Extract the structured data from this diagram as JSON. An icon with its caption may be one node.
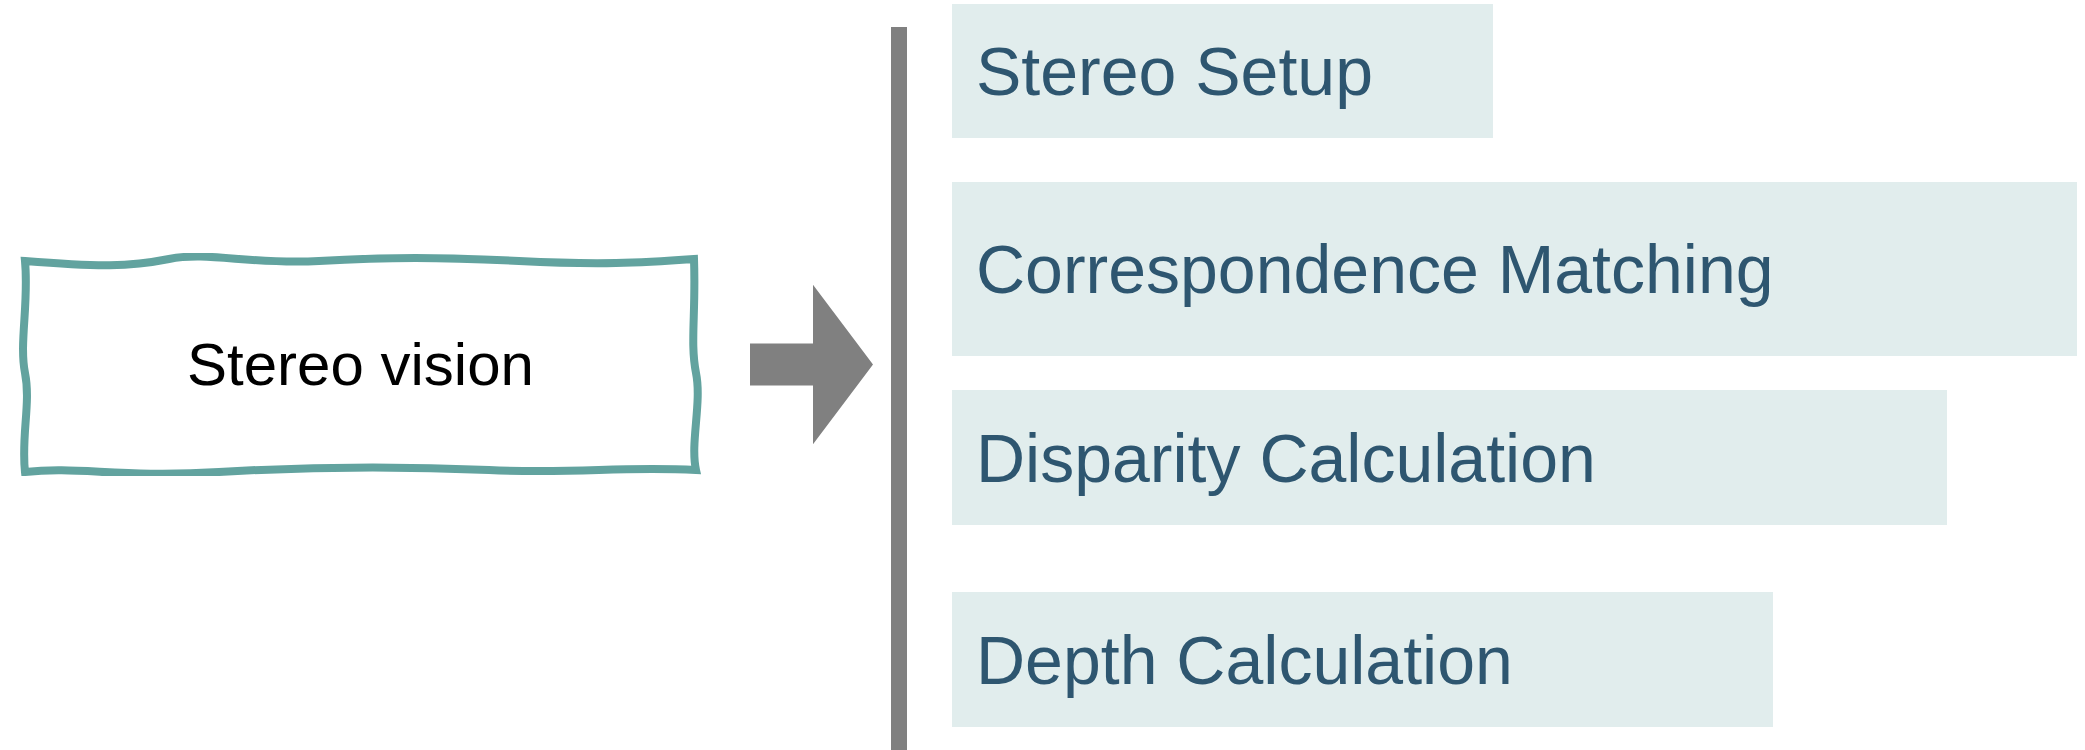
{
  "diagram": {
    "nodes": [
      {
        "text": [
          "Stereo vision"
        ]
      },
      {
        "text": [],
        "shape": "bar"
      },
      {
        "text": [
          "Stereo Setup"
        ]
      },
      {
        "text": [
          "Correspondence Matching"
        ]
      },
      {
        "text": [
          "Disparity Calculation"
        ]
      },
      {
        "text": [
          "Depth Calculation"
        ]
      }
    ],
    "edges": [
      {
        "from": 0,
        "to": 1,
        "arrow": "to",
        "style": "thick",
        "color": "#808080"
      }
    ]
  }
}
